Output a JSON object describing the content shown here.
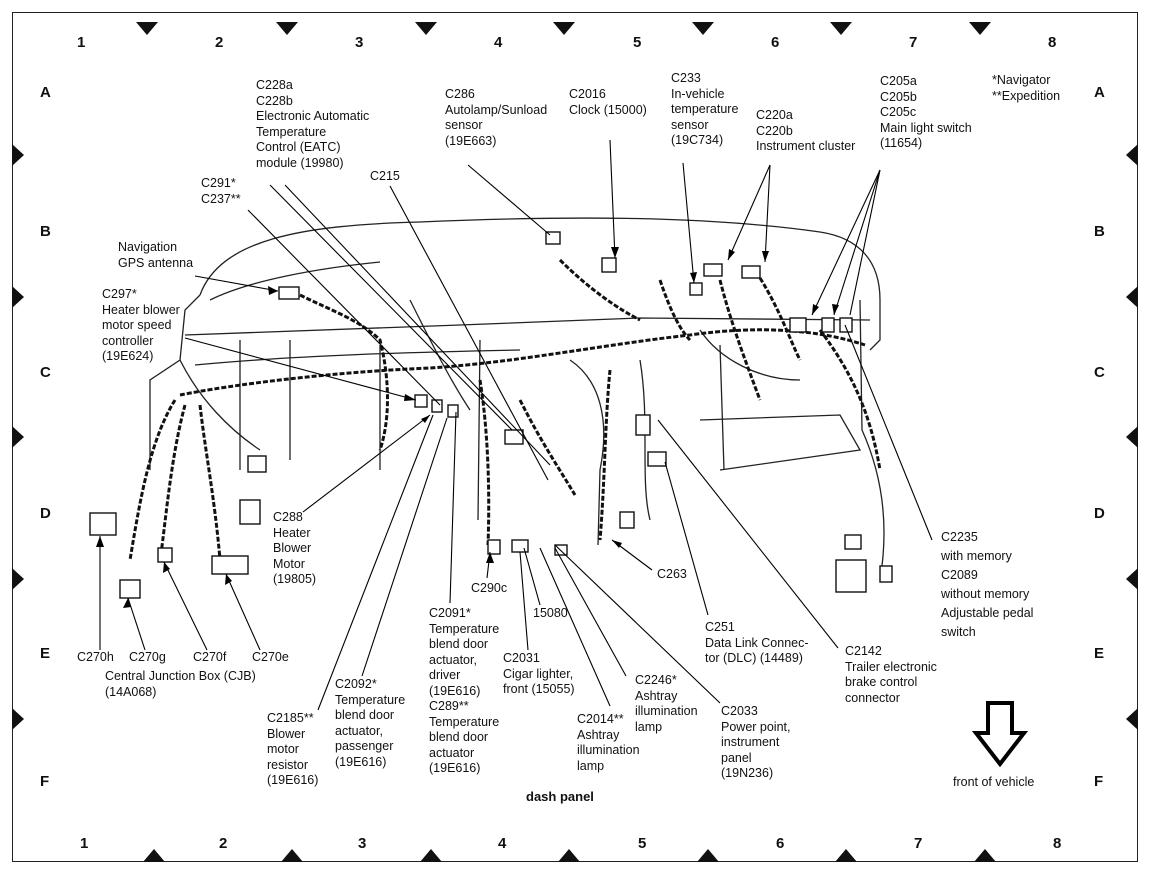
{
  "grid": {
    "cols": [
      "1",
      "2",
      "3",
      "4",
      "5",
      "6",
      "7",
      "8"
    ],
    "rows": [
      "A",
      "B",
      "C",
      "D",
      "E",
      "F"
    ]
  },
  "footnote": "*Navigator\n**Expedition",
  "caption": "dash panel",
  "front_label": "front of vehicle",
  "callouts": [
    {
      "id": "c228",
      "text": "C228a\nC228b\nElectronic Automatic\nTemperature\nControl (EATC)\nmodule (19980)"
    },
    {
      "id": "c286",
      "text": "C286\nAutolamp/Sunload\nsensor\n(19E663)"
    },
    {
      "id": "c2016",
      "text": "C2016\nClock (15000)"
    },
    {
      "id": "c233",
      "text": "C233\nIn-vehicle\ntemperature\nsensor\n(19C734)"
    },
    {
      "id": "c220",
      "text": "C220a\nC220b\nInstrument cluster"
    },
    {
      "id": "c205",
      "text": "C205a\nC205b\nC205c\nMain light switch\n(11654)"
    },
    {
      "id": "c291",
      "text": "C291*\nC237**"
    },
    {
      "id": "c215",
      "text": "C215"
    },
    {
      "id": "nav",
      "text": "Navigation\nGPS antenna"
    },
    {
      "id": "c297",
      "text": "C297*\nHeater blower\nmotor speed\ncontroller\n(19E624)"
    },
    {
      "id": "c288",
      "text": "C288\nHeater\nBlower\nMotor\n(19805)"
    },
    {
      "id": "c290c",
      "text": "C290c"
    },
    {
      "id": "c263",
      "text": "C263"
    },
    {
      "id": "c2235",
      "text": "C2235\nwith memory\nC2089\nwithout memory\nAdjustable pedal\nswitch"
    },
    {
      "id": "c15080",
      "text": "15080"
    },
    {
      "id": "c251",
      "text": "C251\nData Link Connec-\ntor (DLC) (14489)"
    },
    {
      "id": "c2142",
      "text": "C2142\nTrailer electronic\nbrake control\nconnector"
    },
    {
      "id": "c270h",
      "text": "C270h"
    },
    {
      "id": "c270g",
      "text": "C270g"
    },
    {
      "id": "c270f",
      "text": "C270f"
    },
    {
      "id": "c270e",
      "text": "C270e"
    },
    {
      "id": "cjb",
      "text": "Central Junction Box (CJB)\n(14A068)"
    },
    {
      "id": "c2091",
      "text": "C2091*\nTemperature\nblend door\nactuator,\ndriver\n(19E616)\nC289**\nTemperature\nblend door\nactuator\n(19E616)"
    },
    {
      "id": "c2031",
      "text": "C2031\nCigar lighter,\nfront (15055)"
    },
    {
      "id": "c2246",
      "text": "C2246*\nAshtray\nillumination\nlamp"
    },
    {
      "id": "c2092",
      "text": "C2092*\nTemperature\nblend door\nactuator,\npassenger\n(19E616)"
    },
    {
      "id": "c2185",
      "text": "C2185**\nBlower\nmotor\nresistor\n(19E616)"
    },
    {
      "id": "c2014",
      "text": "C2014**\nAshtray\nillumination\nlamp"
    },
    {
      "id": "c2033",
      "text": "C2033\nPower point,\ninstrument\npanel\n(19N236)"
    }
  ]
}
